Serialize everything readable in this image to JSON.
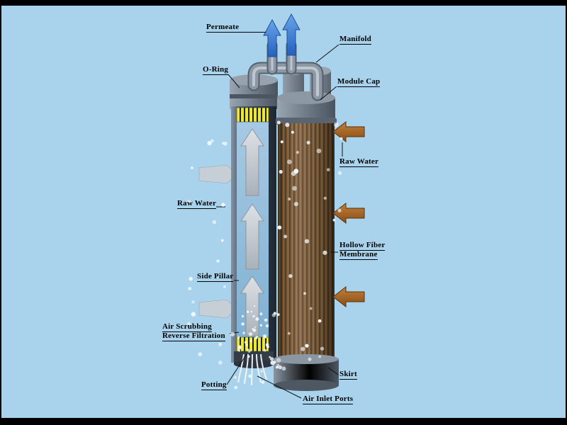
{
  "colors": {
    "background": "#a9d3ec",
    "frame": "#000000",
    "label_text": "#000000",
    "permeate_arrow": "#3a7cd6",
    "raw_water_arrow": "#a9641e",
    "membrane_fiber": "#7a5a36",
    "potting": "#ece83a",
    "module_metal": "#8d98a5",
    "interior_flow": "#c3cad2"
  },
  "labels": {
    "permeate": "Permeate",
    "manifold": "Manifold",
    "o_ring": "O-Ring",
    "module_cap": "Module Cap",
    "raw_water_right": "Raw Water",
    "raw_water_left": "Raw Water",
    "hollow_fiber_line1": "Hollow Fiber",
    "hollow_fiber_line2": "Membrane",
    "side_pillar": "Side Pillar",
    "air_scrubbing_line1": "Air Scrubbing",
    "air_scrubbing_line2": "Reverse Filtration",
    "potting": "Potting",
    "air_inlet_ports": "Air Inlet Ports",
    "skirt": "Skirt"
  }
}
